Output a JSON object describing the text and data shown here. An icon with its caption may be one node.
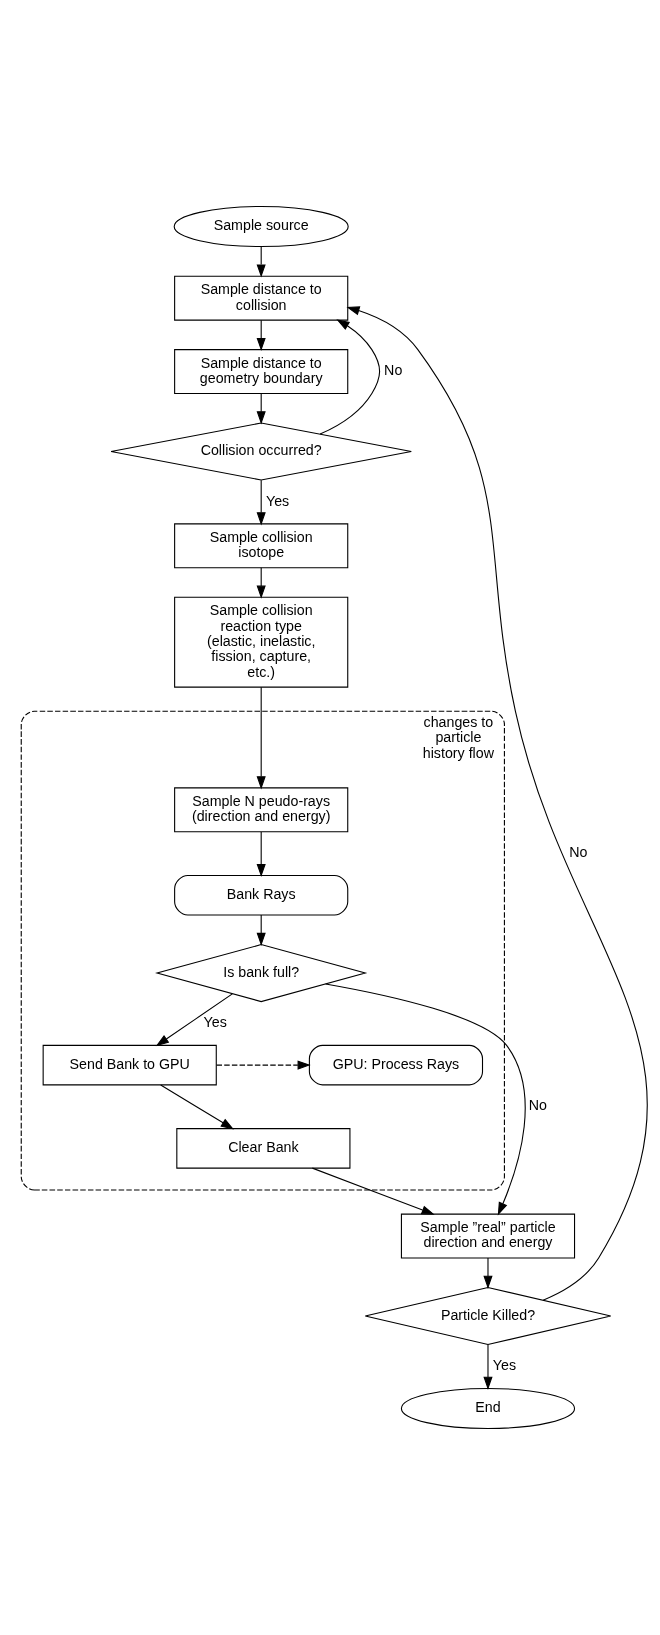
{
  "diagram": {
    "nodes": [
      {
        "text": [
          "Sample source"
        ]
      },
      {
        "text": [
          "Sample distance to collision"
        ]
      },
      {
        "text": [
          "Sample distance to geometry boundary"
        ]
      },
      {
        "text": [
          "Collision occurred?"
        ]
      },
      {
        "text": [
          "Sample collision isotope"
        ]
      },
      {
        "text": [
          "Sample collision reaction type (elastic, inelastic, fission, capture, etc.)"
        ]
      },
      {
        "text": [
          "changes to particle history flow"
        ]
      },
      {
        "text": [
          "Sample N peudo-rays (direction and energy)"
        ],
        "in": 6
      },
      {
        "text": [
          "Bank Rays"
        ],
        "in": 6
      },
      {
        "text": [
          "Is bank full?"
        ],
        "in": 6
      },
      {
        "text": [
          "Send Bank to GPU"
        ],
        "in": 6
      },
      {
        "text": [
          "GPU: Process Rays"
        ],
        "in": 6
      },
      {
        "text": [
          "Clear Bank"
        ],
        "in": 6
      },
      {
        "text": [
          "Sample ”real” particle direction and energy"
        ]
      },
      {
        "text": [
          "Particle Killed?"
        ]
      },
      {
        "text": [
          "End"
        ]
      }
    ],
    "edges": [
      {
        "from": 0,
        "to": 1,
        "arrow": "to"
      },
      {
        "from": 1,
        "to": 2,
        "arrow": "to"
      },
      {
        "from": 2,
        "to": 3,
        "arrow": "to"
      },
      {
        "from": 3,
        "to": 1,
        "arrow": "to",
        "label": "No"
      },
      {
        "from": 3,
        "to": 4,
        "arrow": "to",
        "label": "Yes"
      },
      {
        "from": 4,
        "to": 5,
        "arrow": "to"
      },
      {
        "from": 5,
        "to": 7,
        "arrow": "to"
      },
      {
        "from": 7,
        "to": 8,
        "arrow": "to"
      },
      {
        "from": 8,
        "to": 9,
        "arrow": "to"
      },
      {
        "from": 9,
        "to": 10,
        "arrow": "to",
        "label": "Yes"
      },
      {
        "from": 10,
        "to": 11,
        "arrow": "to",
        "style": "dashed"
      },
      {
        "from": 10,
        "to": 12,
        "arrow": "to"
      },
      {
        "from": 12,
        "to": 13,
        "arrow": "to"
      },
      {
        "from": 9,
        "to": 13,
        "arrow": "to",
        "label": "No"
      },
      {
        "from": 13,
        "to": 14,
        "arrow": "to"
      },
      {
        "from": 14,
        "to": 1,
        "arrow": "to",
        "label": "No"
      },
      {
        "from": 14,
        "to": 15,
        "arrow": "to",
        "label": "Yes"
      }
    ]
  }
}
